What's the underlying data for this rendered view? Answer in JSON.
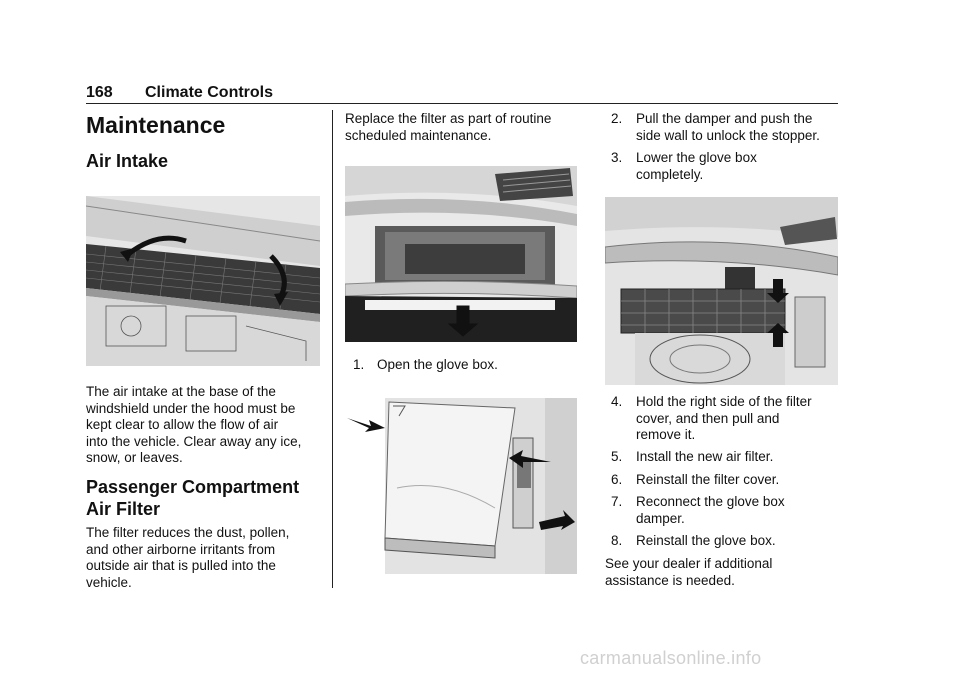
{
  "header": {
    "page_number": "168",
    "section": "Climate Controls"
  },
  "left": {
    "title": "Maintenance",
    "air_intake": {
      "heading": "Air Intake",
      "body": [
        "The air intake at the base of the",
        "windshield under the hood must be",
        "kept clear to allow the flow of air",
        "into the vehicle. Clear away any ice,",
        "snow, or leaves."
      ]
    },
    "filter": {
      "heading": [
        "Passenger Compartment",
        "Air Filter"
      ],
      "body": [
        "The filter reduces the dust, pollen,",
        "and other airborne irritants from",
        "outside air that is pulled into the",
        "vehicle."
      ]
    }
  },
  "middle": {
    "intro": [
      "Replace the filter as part of routine",
      "scheduled maintenance."
    ],
    "step1": {
      "num": "1.",
      "text": "Open the glove box."
    }
  },
  "right": {
    "step2": {
      "num": "2.",
      "lines": [
        "Pull the damper and push the",
        "side wall to unlock the stopper."
      ]
    },
    "step3": {
      "num": "3.",
      "lines": [
        "Lower the glove box",
        "completely."
      ]
    },
    "step4": {
      "num": "4.",
      "lines": [
        "Hold the right side of the filter",
        "cover, and then pull and",
        "remove it."
      ]
    },
    "step5": {
      "num": "5.",
      "lines": [
        "Install the new air filter."
      ]
    },
    "step6": {
      "num": "6.",
      "lines": [
        "Reinstall the filter cover."
      ]
    },
    "step7": {
      "num": "7.",
      "lines": [
        "Reconnect the glove box",
        "damper."
      ]
    },
    "step8": {
      "num": "8.",
      "lines": [
        "Reinstall the glove box."
      ]
    },
    "closing": [
      "See your dealer if additional",
      "assistance is needed."
    ]
  },
  "footer": {
    "watermark": "carmanualsonline.info"
  },
  "illustrations": {
    "air_intake": "illustration-air-intake",
    "glove_box_open": "illustration-glove-box-open",
    "glove_box_damper": "illustration-glove-box-damper",
    "filter_cover": "illustration-filter-cover"
  }
}
